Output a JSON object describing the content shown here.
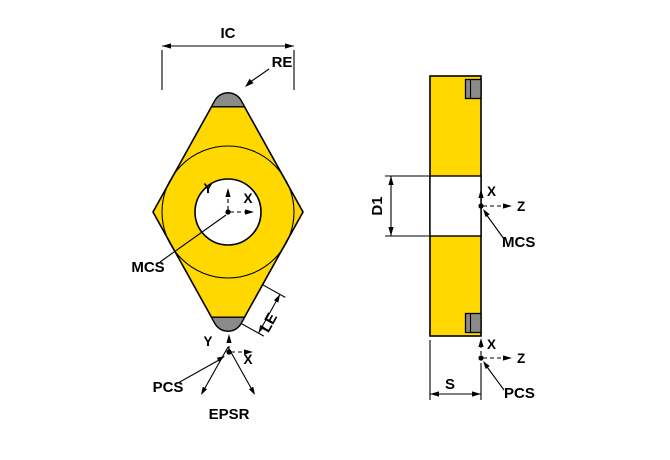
{
  "colors": {
    "insert_body": "#FFD800",
    "corner_tip": "#8A8A8A",
    "background": "#FFFFFF"
  },
  "front_view": {
    "ic_label": "IC",
    "re_label": "RE",
    "mcs_label": "MCS",
    "mcs_axis_y": "Y",
    "mcs_axis_x": "X",
    "pcs_label": "PCS",
    "pcs_axis_y": "Y",
    "pcs_axis_x": "X",
    "le_label": "LE",
    "epsr_label": "EPSR"
  },
  "side_view": {
    "d1_label": "D1",
    "mcs_label": "MCS",
    "mcs_axis_x": "X",
    "mcs_axis_z": "Z",
    "pcs_label": "PCS",
    "pcs_axis_x": "X",
    "pcs_axis_z": "Z",
    "s_label": "S"
  }
}
